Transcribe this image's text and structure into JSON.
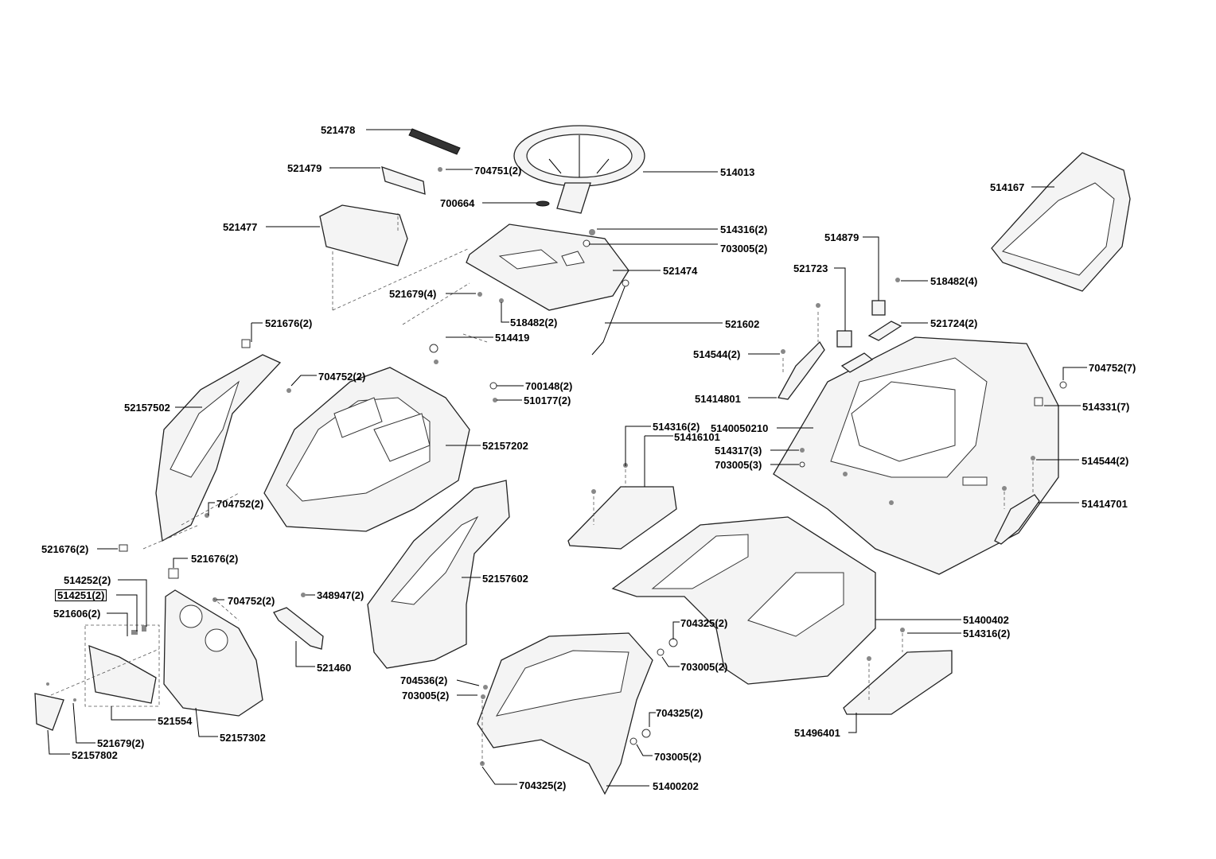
{
  "labels": {
    "p521478": "521478",
    "p521479": "521479",
    "p704751": "704751(2)",
    "p514013": "514013",
    "p700664": "700664",
    "p521477": "521477",
    "p514316a": "514316(2)",
    "p703005a": "703005(2)",
    "p521474": "521474",
    "p521679a": "521679(4)",
    "p518482a": "518482(2)",
    "p521602": "521602",
    "p514419": "514419",
    "p521676a": "521676(2)",
    "p704752a": "704752(2)",
    "p700148": "700148(2)",
    "p510177": "510177(2)",
    "p52157502": "52157502",
    "p52157202": "52157202",
    "p704752b": "704752(2)",
    "p521676b": "521676(2)",
    "p514167": "514167",
    "p514879": "514879",
    "p521723": "521723",
    "p518482b": "518482(4)",
    "p521724": "521724(2)",
    "p514544a": "514544(2)",
    "p51414801": "51414801",
    "p704752c": "704752(7)",
    "p514331": "514331(7)",
    "p514316b": "514316(2)",
    "p5140050210": "5140050210",
    "p51416101": "51416101",
    "p514317": "514317(3)",
    "p703005b": "703005(3)",
    "p514544b": "514544(2)",
    "p51414701": "51414701",
    "p521676c": "521676(2)",
    "p514252": "514252(2)",
    "p514251": "514251(2)",
    "p521606": "521606(2)",
    "p704752d": "704752(2)",
    "p348947": "348947(2)",
    "p52157602": "52157602",
    "p521460": "521460",
    "p704325a": "704325(2)",
    "p703005c": "703005(2)",
    "p51400402": "51400402",
    "p514316c": "514316(2)",
    "p704536": "704536(2)",
    "p703005d": "703005(2)",
    "p521554": "521554",
    "p52157302": "52157302",
    "p521679b": "521679(2)",
    "p52157802": "52157802",
    "p704325b": "704325(2)",
    "p703005e": "703005(2)",
    "p51496401": "51496401",
    "p704325c": "704325(2)",
    "p51400202": "51400202"
  }
}
